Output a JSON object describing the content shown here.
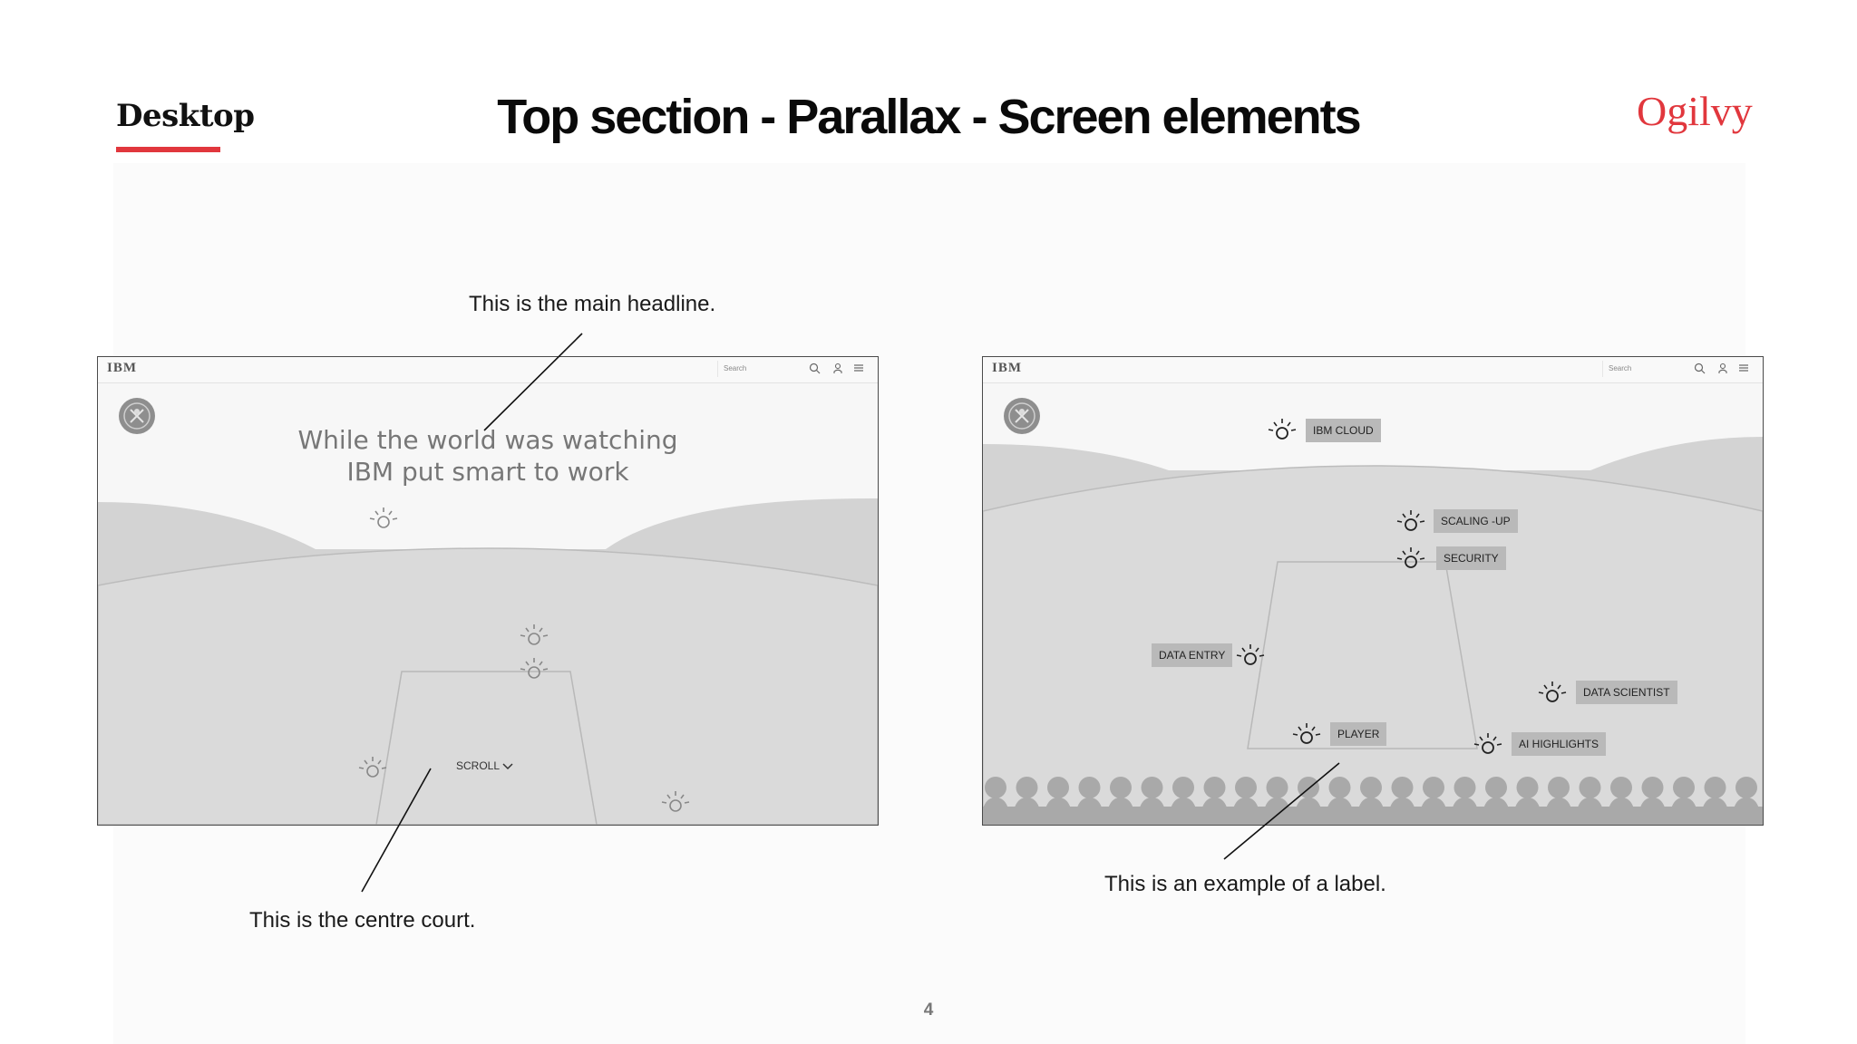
{
  "header": {
    "section_label": "Desktop",
    "title": "Top section - Parallax - Screen elements",
    "brand": "Ogilvy",
    "accent_color": "#e1373d"
  },
  "annotations": {
    "main_headline": "This is the main headline.",
    "centre_court": "This is the centre court.",
    "label_example": "This is an example of a label."
  },
  "mock": {
    "logo": "IBM",
    "search_placeholder": "Search",
    "icons": [
      "search-icon",
      "user-icon",
      "menu-icon",
      "wimbledon-crest-icon",
      "hotspot-icon",
      "chevron-down-icon"
    ]
  },
  "left_mock": {
    "headline_line1": "While the world was watching",
    "headline_line2": "IBM put smart to work",
    "scroll_label": "SCROLL"
  },
  "right_mock": {
    "labels": {
      "ibm_cloud": "IBM CLOUD",
      "scaling_up": "SCALING -UP",
      "security": "SECURITY",
      "data_entry": "DATA ENTRY",
      "data_scientist": "DATA SCIENTIST",
      "player": "PLAYER",
      "ai_highlights": "AI HIGHLIGHTS"
    }
  },
  "page": {
    "number": "4"
  }
}
